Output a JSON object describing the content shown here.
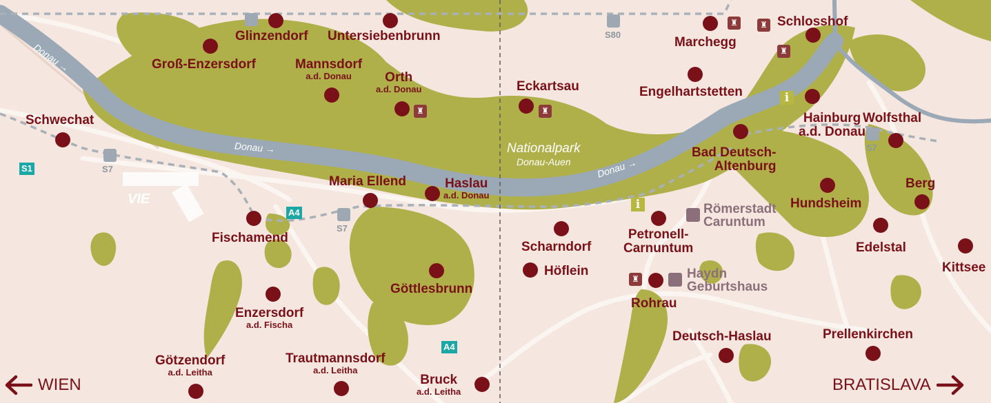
{
  "map": {
    "colors": {
      "background": "#f5e6df",
      "green": "#b0b04a",
      "river": "#9aa9b5",
      "town": "#7a1018",
      "poi": "#8b6f7a",
      "shield": "#1aa7a6"
    },
    "towns": {
      "glinzendorf": "Glinzendorf",
      "untersiebenbrunn": "Untersiebenbrunn",
      "gross_enzersdorf": "Groß-Enzersdorf",
      "mannsdorf": "Mannsdorf",
      "mannsdorf_sub": "a.d. Donau",
      "orth": "Orth",
      "orth_sub": "a.d. Donau",
      "schwechat": "Schwechat",
      "maria_ellend": "Maria Ellend",
      "haslau": "Haslau",
      "haslau_sub": "a.d. Donau",
      "fischamend": "Fischamend",
      "goettlesbrunn": "Göttlesbrunn",
      "enzersdorf": "Enzersdorf",
      "enzersdorf_sub": "a.d. Fischa",
      "goetzendorf": "Götzendorf",
      "goetzendorf_sub": "a.d. Leitha",
      "trautmannsdorf": "Trautmannsdorf",
      "trautmannsdorf_sub": "a.d. Leitha",
      "bruck": "Bruck",
      "bruck_sub": "a.d. Leitha",
      "eckartsau": "Eckartsau",
      "scharndorf": "Scharndorf",
      "hoeflein": "Höflein",
      "marchegg": "Marchegg",
      "schlosshof": "Schlosshof",
      "engelhartstetten": "Engelhartstetten",
      "hainburg": "Hainburg",
      "hainburg_sub": "a.d. Donau",
      "wolfsthal": "Wolfsthal",
      "bad_deutsch_altenburg": "Bad Deutsch-",
      "bad_deutsch_altenburg_2": "Altenburg",
      "petronell": "Petronell-",
      "petronell_2": "Carnuntum",
      "hundsheim": "Hundsheim",
      "berg": "Berg",
      "edelstal": "Edelstal",
      "kittsee": "Kittsee",
      "rohrau": "Rohrau",
      "deutsch_haslau": "Deutsch-Haslau",
      "prellenkirchen": "Prellenkirchen"
    },
    "poi": {
      "roemerstadt_1": "Römerstadt",
      "roemerstadt_2": "Caruntum",
      "haydn_1": "Haydn",
      "haydn_2": "Geburtshaus"
    },
    "rivers": {
      "donau_1": "Donau →",
      "donau_2": "Donau →",
      "donau_3": "Donau →"
    },
    "park": {
      "line1": "Nationalpark",
      "line2": "Donau-Auen"
    },
    "rail": {
      "s80": "S80",
      "s7_a": "S7",
      "s7_b": "S7",
      "s7_c": "S7"
    },
    "roads": {
      "a4_a": "A4",
      "a4_b": "A4",
      "s1": "S1"
    },
    "airport": "VIE",
    "nav": {
      "left": "WIEN",
      "right": "BRATISLAVA"
    }
  }
}
